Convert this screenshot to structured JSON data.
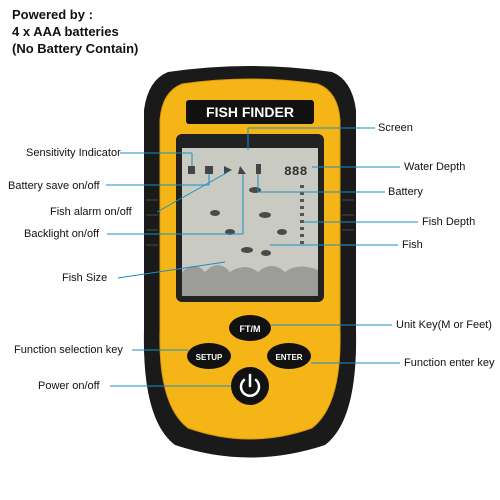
{
  "header": {
    "line1": "Powered by :",
    "line2": "4 x AAA batteries",
    "line3": "(No Battery Contain)"
  },
  "device": {
    "brand_label": "FISH FINDER",
    "depth_readout": "888",
    "buttons": {
      "ftm": "FT/M",
      "setup": "SETUP",
      "enter": "ENTER"
    },
    "power_icon": "power-icon",
    "colors": {
      "body_yellow": "#f5b517",
      "housing_black": "#1a1a1a",
      "screen": "#c9cbc3",
      "callout_line": "#1a8fc4"
    }
  },
  "callouts": {
    "left": {
      "sensitivity": "Sensitivity Indicator",
      "battery_save": "Battery save on/off",
      "fish_alarm": "Fish alarm on/off",
      "backlight": "Backlight on/off",
      "fish_size": "Fish Size",
      "function_selection": "Function selection  key",
      "power": "Power on/off"
    },
    "right": {
      "screen": "Screen",
      "water_depth": "Water Depth",
      "battery": "Battery",
      "fish_depth": "Fish Depth",
      "fish": "Fish",
      "unit_key": "Unit Key(M or Feet)",
      "function_enter": "Function enter key"
    }
  }
}
